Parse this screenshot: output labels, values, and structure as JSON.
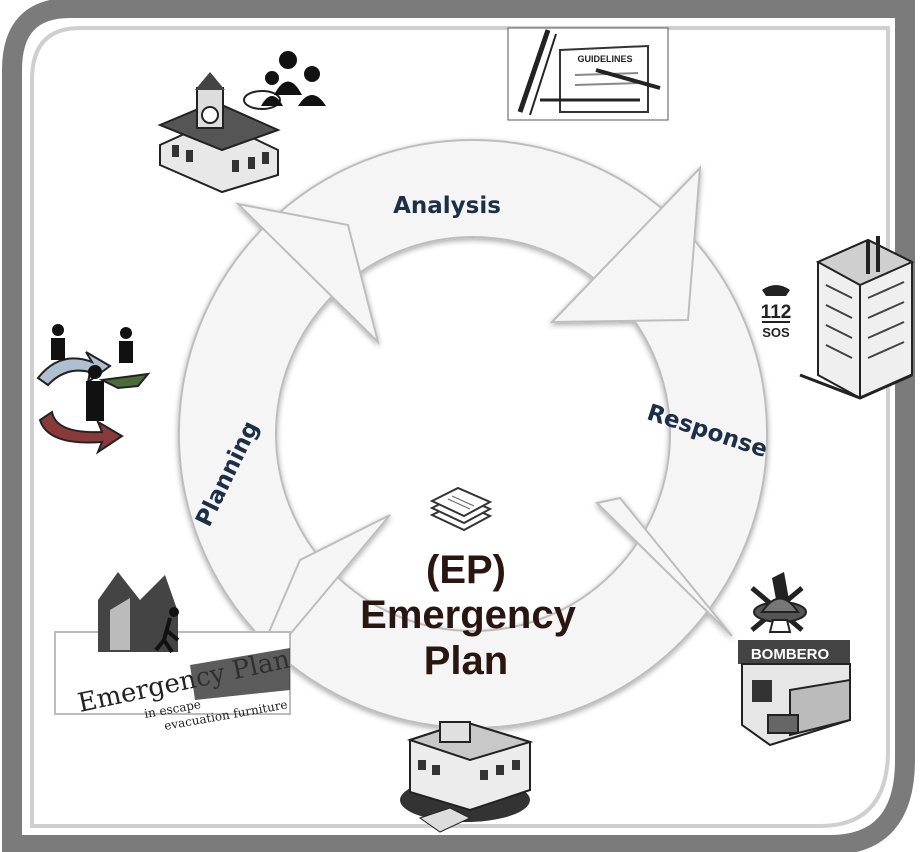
{
  "cycle": {
    "stages": [
      "Analysis",
      "Response",
      "Planning"
    ],
    "center": {
      "line1": "(EP)",
      "line2": "Emergency",
      "line3": "Plan"
    }
  },
  "icons": {
    "town_hall": "town-hall-meeting-icon",
    "guidelines": {
      "name": "guidelines-document-icon",
      "label": "GUIDELINES"
    },
    "emergency_building": {
      "name": "emergency-call-building-icon",
      "number": "112",
      "sos": "SOS"
    },
    "fire_station": {
      "name": "fire-station-icon",
      "sign": "BOMBERO"
    },
    "building": "office-building-icon",
    "emergency_plan_sign": {
      "name": "emergency-plan-sign-icon",
      "title": "Emergency Plan",
      "line1": "in escape",
      "line2": "evacuation furniture"
    },
    "people_exchange": "people-exchange-icon",
    "documents": "documents-stack-icon"
  },
  "colors": {
    "frame": "#7b7b7b",
    "ring": "#f5f5f5",
    "ring_stroke": "#bdbdbd",
    "label": "#1c2f47",
    "center": "#2a1610"
  }
}
